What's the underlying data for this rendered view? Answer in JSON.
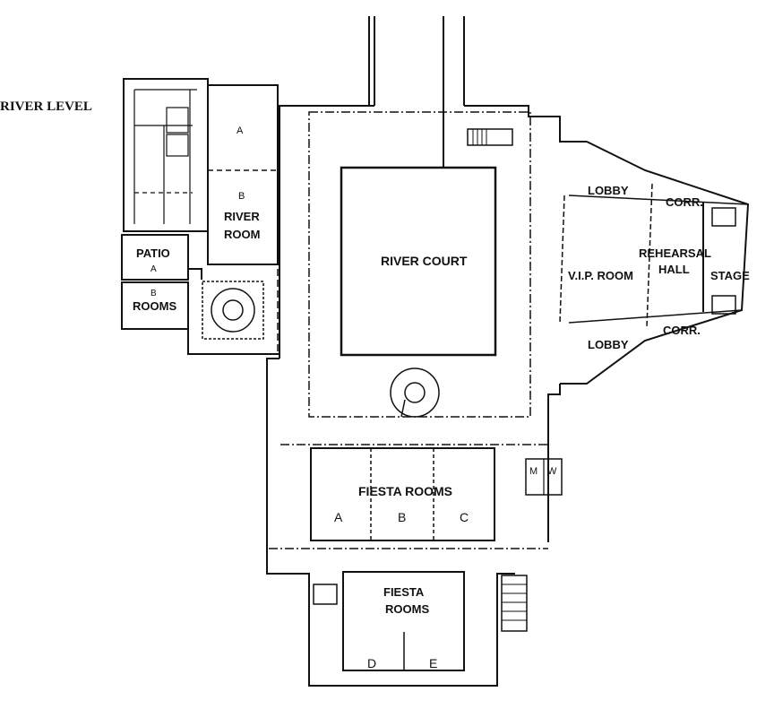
{
  "plan": {
    "level_title": "RIVER LEVEL",
    "river_room": {
      "name_line1": "RIVER",
      "name_line2": "ROOM",
      "section_a": "A",
      "section_b": "B"
    },
    "patio": {
      "name": "PATIO",
      "section": "A"
    },
    "rooms": {
      "name": "ROOMS",
      "section": "B"
    },
    "river_court": "RIVER COURT",
    "lobby_top": "LOBBY",
    "lobby_bottom": "LOBBY",
    "corr_top": "CORR.",
    "corr_bottom": "CORR.",
    "vip_room": "V.I.P. ROOM",
    "rehearsal_hall_line1": "REHEARSAL",
    "rehearsal_hall_line2": "HALL",
    "stage": "STAGE",
    "fiesta_upper": {
      "name": "FIESTA ROOMS",
      "sections": [
        "A",
        "B",
        "C"
      ]
    },
    "fiesta_lower": {
      "name_line1": "FIESTA",
      "name_line2": "ROOMS",
      "sections": [
        "D",
        "E"
      ]
    },
    "restrooms": {
      "men": "M",
      "women": "W"
    }
  }
}
